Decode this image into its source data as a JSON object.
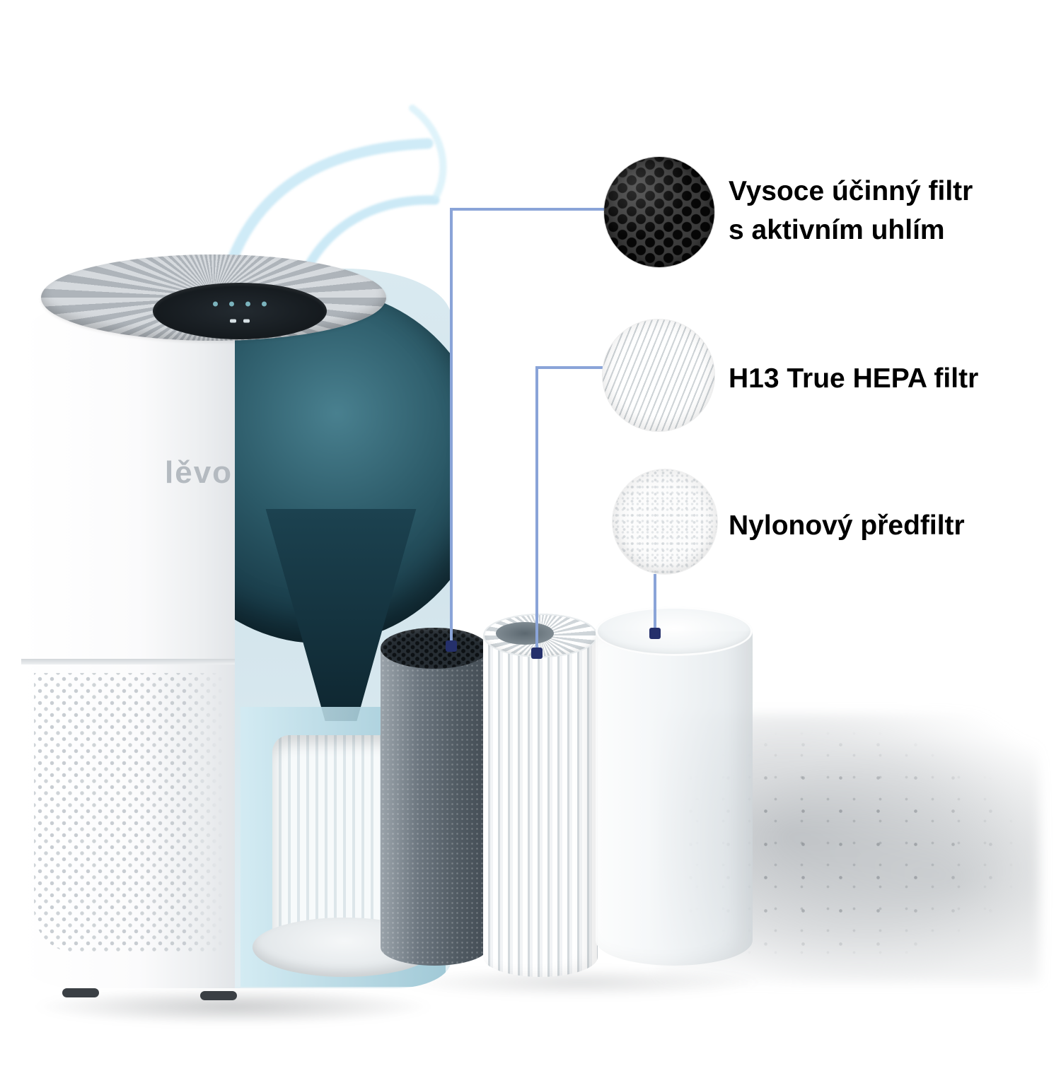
{
  "product": {
    "brand": "lěvo"
  },
  "callouts": [
    {
      "id": "carbon",
      "swatch": "activated-carbon-honeycomb",
      "label_lines": [
        "Vysoce účinný filtr",
        "s aktivním uhlím"
      ]
    },
    {
      "id": "hepa",
      "swatch": "hepa-pleated-filter",
      "label_lines": [
        "H13 True HEPA filtr"
      ]
    },
    {
      "id": "prefilter",
      "swatch": "nylon-fluff",
      "label_lines": [
        "Nylonový předfiltr"
      ]
    }
  ],
  "colors": {
    "leader_line": "#8aa4d8",
    "leader_dot": "#25306b",
    "label_text": "#000000",
    "background": "#ffffff"
  }
}
